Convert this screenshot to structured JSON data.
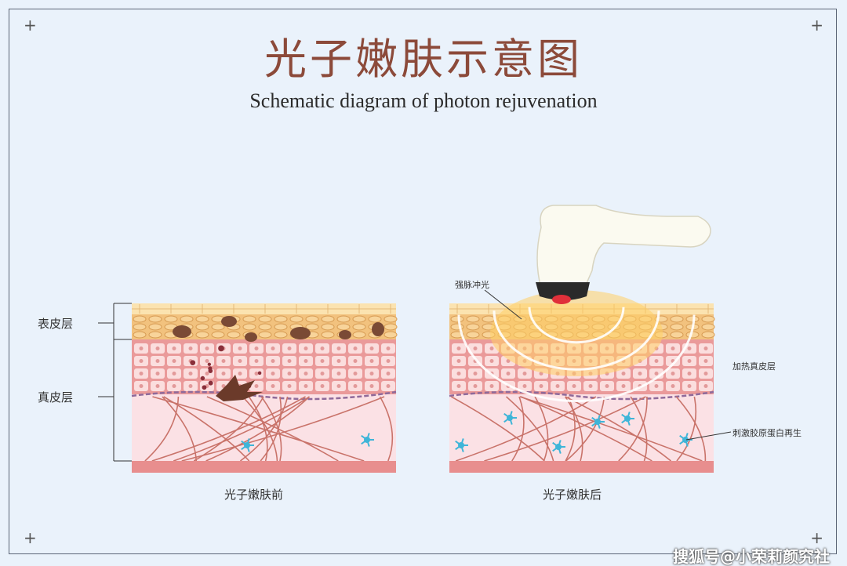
{
  "title": "光子嫩肤示意图",
  "subtitle": "Schematic diagram of photon rejuvenation",
  "left_panel": {
    "layer_labels": [
      "表皮层",
      "真皮层"
    ],
    "caption": "光子嫩肤前"
  },
  "right_panel": {
    "pulse_label": "强脉冲光",
    "heat_label": "加热真皮层",
    "collagen_label": "刺激胶原蛋白再生",
    "caption": "光子嫩肤后"
  },
  "watermark": "搜狐号@小荣莉颜究社",
  "colors": {
    "background": "#eaf2fb",
    "title": "#8c4a3a",
    "epidermis": "#f2c27e",
    "cells": "#f4b0b0",
    "dermis": "#fbe1e5",
    "fiber": "#c9736a",
    "collagen": "#3fb5d8"
  }
}
